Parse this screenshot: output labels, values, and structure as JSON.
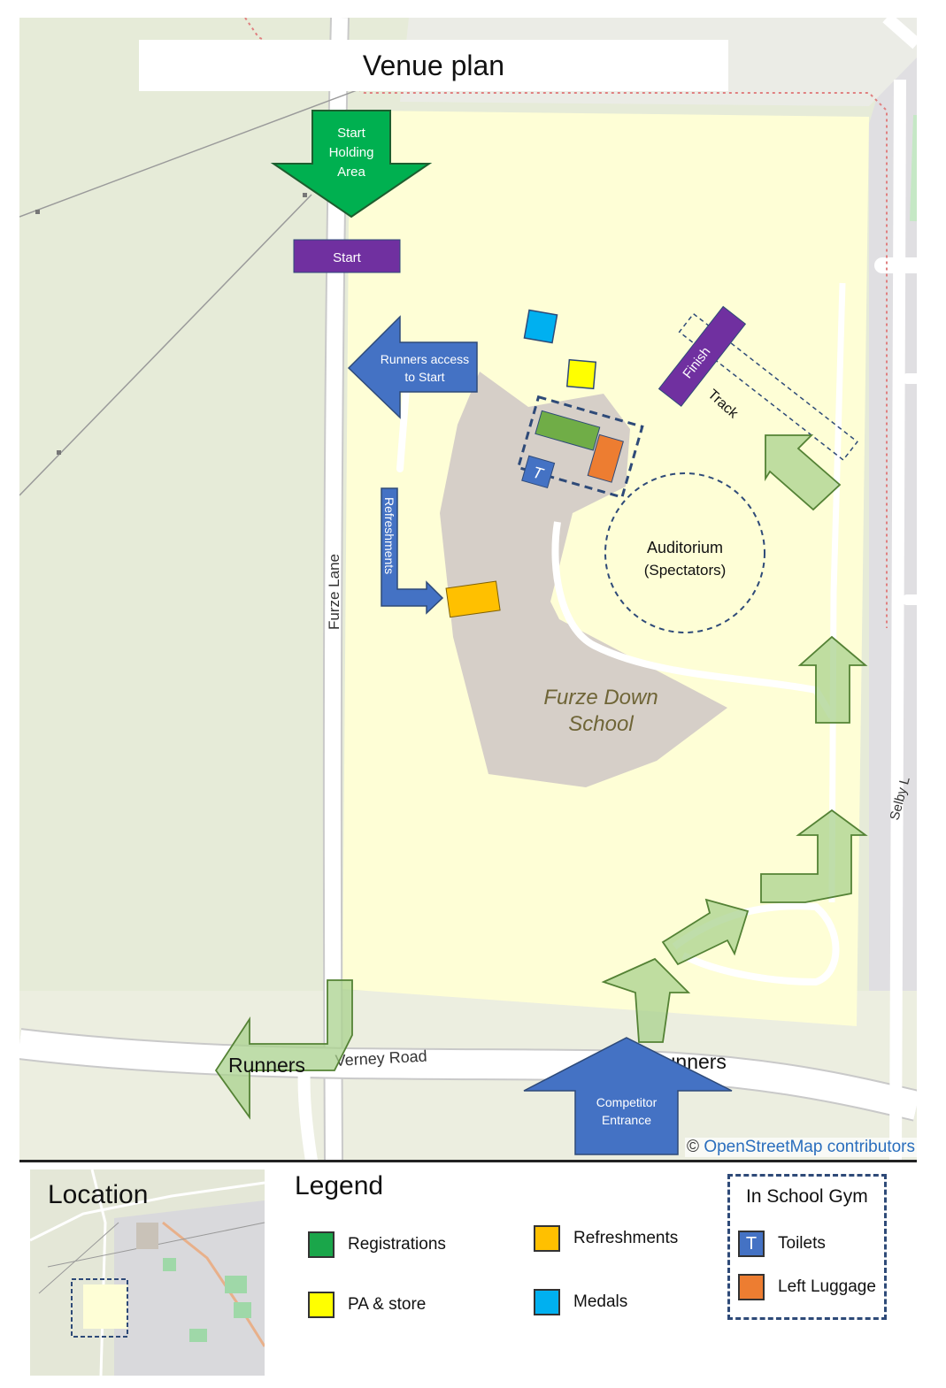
{
  "title": "Venue plan",
  "map_labels": {
    "start_holding_area": [
      "Start",
      "Holding",
      "Area"
    ],
    "start": "Start",
    "runners_access": [
      "Runners access",
      "to Start"
    ],
    "refreshments_arrow": "Refreshments",
    "finish": "Finish",
    "track": "Track",
    "auditorium": [
      "Auditorium",
      "(Spectators)"
    ],
    "school": [
      "Furze Down",
      "School"
    ],
    "furze_lane": "Furze Lane",
    "verney_road": "Verney Road",
    "selby": "Selby L",
    "runners_left": "Runners",
    "runners_right": "Runners",
    "competitor_entrance": [
      "Competitor",
      "Entrance"
    ],
    "toilet_mark": "T"
  },
  "attribution": {
    "symbol": "©",
    "text": "OpenStreetMap contributors"
  },
  "location": {
    "title": "Location"
  },
  "legend": {
    "title": "Legend",
    "items": [
      {
        "label": "Registrations",
        "color": "#1aa64a"
      },
      {
        "label": "PA & store",
        "color": "#ffff00"
      },
      {
        "label": "Refreshments",
        "color": "#ffc000"
      },
      {
        "label": "Medals",
        "color": "#00b0f0"
      }
    ],
    "gym": {
      "title": "In School Gym",
      "items": [
        {
          "label": "Toilets",
          "symbol": "T",
          "color": "#4472c4"
        },
        {
          "label": "Left Luggage",
          "color": "#ed7d31"
        }
      ]
    }
  },
  "colors": {
    "field": "#fefed6",
    "land": "#e6ebd8",
    "road": "#ffffff",
    "building": "#d6cfc8",
    "purple": "#7030a0",
    "blue_arrow": "#4472c4",
    "green_arrow": "#00b050",
    "light_green": "#a9d18e",
    "dashed": "#2e4a78"
  }
}
